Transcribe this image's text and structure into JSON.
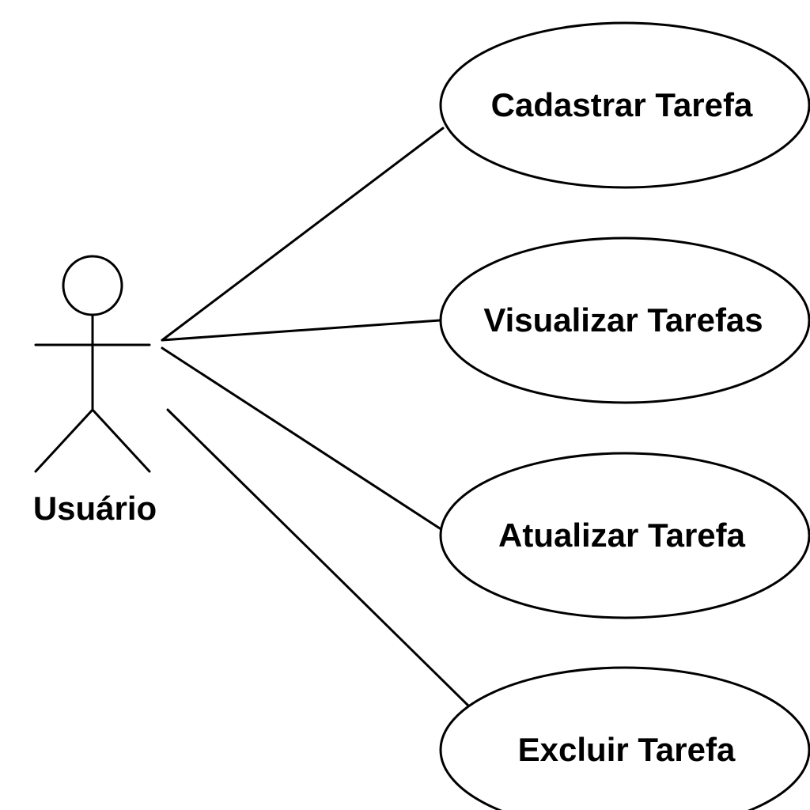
{
  "actor": {
    "name": "Usuário"
  },
  "use_cases": [
    {
      "label": "Cadastrar Tarefa"
    },
    {
      "label": "Visualizar Tarefas"
    },
    {
      "label": "Atualizar Tarefa"
    },
    {
      "label": "Excluir Tarefa"
    }
  ],
  "colors": {
    "stroke": "#000000",
    "background": "#ffffff"
  }
}
